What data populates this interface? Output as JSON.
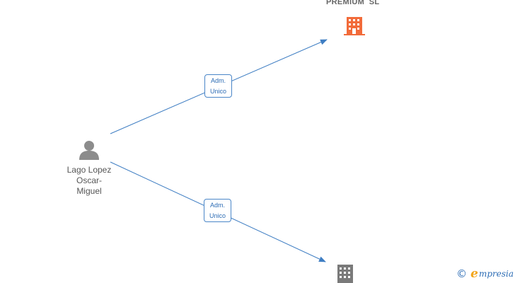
{
  "colors": {
    "edge": "#3f7ec3",
    "person_icon": "#8c8c8c",
    "company_active": "#f26b3a",
    "company_inactive": "#7a7a7a",
    "brand_blue": "#2d6db5",
    "brand_orange": "#f2a51a"
  },
  "person": {
    "icon": "person-icon",
    "name_lines": [
      "Lago Lopez",
      "Oscar-",
      "Miguel"
    ]
  },
  "companies": [
    {
      "title": "PREMIUM  SL",
      "icon": "building-icon",
      "status": "active"
    },
    {
      "title": "",
      "icon": "building-icon",
      "status": "inactive"
    }
  ],
  "edges": [
    {
      "label_lines": [
        "Adm.",
        "Unico"
      ]
    },
    {
      "label_lines": [
        "Adm.",
        "Unico"
      ]
    }
  ],
  "brand": {
    "copyright_symbol": "©",
    "logo_letter": "e",
    "logo_rest": "mpresia"
  }
}
